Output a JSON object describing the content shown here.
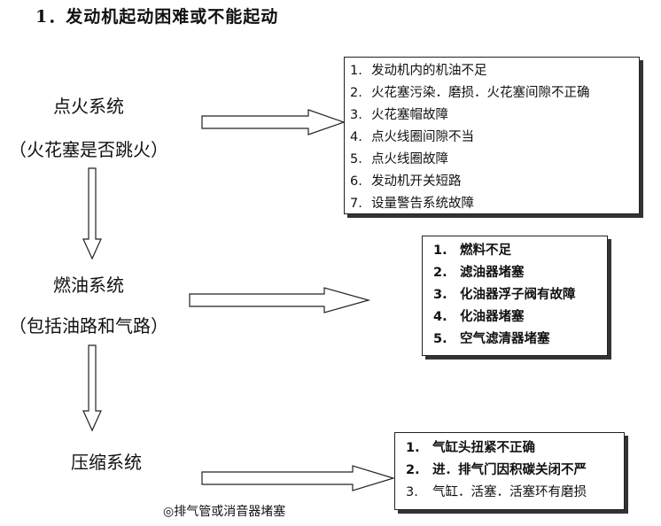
{
  "title": "1．发动机起动困难或不能起动",
  "systems": [
    {
      "name": "点火系统",
      "sub": "（火花塞是否跳火）"
    },
    {
      "name": "燃油系统",
      "sub": "（包括油路和气路）"
    },
    {
      "name": "压缩系统"
    }
  ],
  "box1": {
    "items": [
      {
        "num": "1.",
        "text": "发动机内的机油不足"
      },
      {
        "num": "2.",
        "text": "火花塞污染．磨损．火花塞间隙不正确"
      },
      {
        "num": "3.",
        "text": "火花塞帽故障"
      },
      {
        "num": "4.",
        "text": "点火线圈间隙不当"
      },
      {
        "num": "5.",
        "text": "点火线圈故障"
      },
      {
        "num": "6.",
        "text": "发动机开关短路"
      },
      {
        "num": "7.",
        "text": "设量警告系统故障"
      }
    ]
  },
  "box2": {
    "items": [
      {
        "num": "1.",
        "text": "燃料不足"
      },
      {
        "num": "2.",
        "text": "滤油器堵塞"
      },
      {
        "num": "3.",
        "text": "化油器浮子阀有故障"
      },
      {
        "num": "4.",
        "text": "化油器堵塞"
      },
      {
        "num": "5.",
        "text": "空气滤清器堵塞"
      }
    ]
  },
  "box3": {
    "items": [
      {
        "num": "1.",
        "text": "气缸头扭紧不正确"
      },
      {
        "num": "2.",
        "text": "进．排气门因积碳关闭不严"
      },
      {
        "num": "3.",
        "text": "气缸．活塞．活塞环有磨损"
      }
    ]
  },
  "note": "◎排气管或消音器堵塞",
  "colors": {
    "line": "#222222",
    "background": "#ffffff"
  }
}
